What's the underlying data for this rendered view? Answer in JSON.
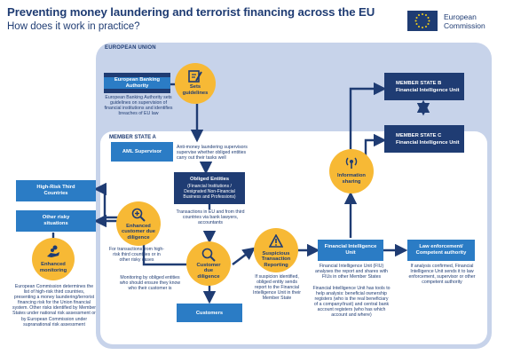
{
  "header": {
    "title": "Preventing money laundering and terrorist financing across the EU",
    "subtitle": "How does it work in practice?",
    "logo_text_line1": "European",
    "logo_text_line2": "Commission"
  },
  "regions": {
    "eu": "EUROPEAN UNION",
    "member_state_a": "MEMBER STATE A",
    "member_state_b": "MEMBER STATE B",
    "member_state_c": "MEMBER STATE C"
  },
  "nodes": {
    "eba": "European Banking Authority",
    "eba_desc": "European Banking Authority sets guidelines on supervision of financial institutions and identifies breaches of EU law",
    "sets_guidelines": "Sets guidelines",
    "fiu_b": "Financial  Intelligence Unit",
    "fiu_c": "Financial  Intelligence Unit",
    "aml_supervisor": "AML Supervisor",
    "aml_desc": "Anti-money laundering supervisors supervise whether obliged entities carry out their tasks well",
    "info_sharing": "Information sharing",
    "obliged_entities_title": "Obliged Entities",
    "obliged_entities_sub": "(Financial Institutions / Designated Non-Financial Business and Professions)",
    "transactions": "Transactions in EU and from third countries via bank lawyers, accountants",
    "high_risk": "High-Risk Third Countries",
    "other_risky": "Other risky situations",
    "enhanced_cdd": "Enhanced customer due diligence",
    "enhanced_cdd_desc": "For transactions from high-risk third countries or in other risky cases",
    "enhanced_monitoring": "Enhanced monitoring",
    "enhanced_monitoring_desc": "European Commission determines the list of high-risk third countries, presenting a money laundering/terrorist financing risk for the Union financial system. Other risks identified by Member States under national risk assessment or by European Commission under supranational risk assessment",
    "customer_dd": "Customer due diligence",
    "customer_dd_desc": "Monitoring by obliged entities who should ensure they know who their customer is",
    "customers": "Customers",
    "str": "Suspicious Transaction Reporting",
    "str_desc": "If suspicion identified, obliged entity sends report to the Financial Intelligence Unit in their Member State",
    "fiu_a": "Financial  Intelligence Unit",
    "fiu_a_desc1": "Financial Intelligence Unit (FIU) analyses the report and shares with FIUs in other Member States",
    "fiu_a_desc2": "Financial Intelligence Unit has tools to help analysis: beneficial ownership registers (who is the real beneficiary of a company/trust) and central bank account registers (who has which account and where)",
    "law_enforcement": "Law enforcement/ Competent authority",
    "law_enforcement_desc": "If analysis confirmed, Financial Intelligence Unit sends it to law enforcement, supervisor or other competent authority"
  },
  "icons": [
    "eu-flag-icon",
    "pencil-note-icon",
    "magnifier-plus-icon",
    "magnifier-icon",
    "warning-triangle-icon",
    "broadcast-icon",
    "hand-coins-icon"
  ],
  "colors": {
    "navy": "#1f3c73",
    "blue": "#2b7cc5",
    "yellow": "#f7b935",
    "eu_bg": "#c7d3ea"
  }
}
